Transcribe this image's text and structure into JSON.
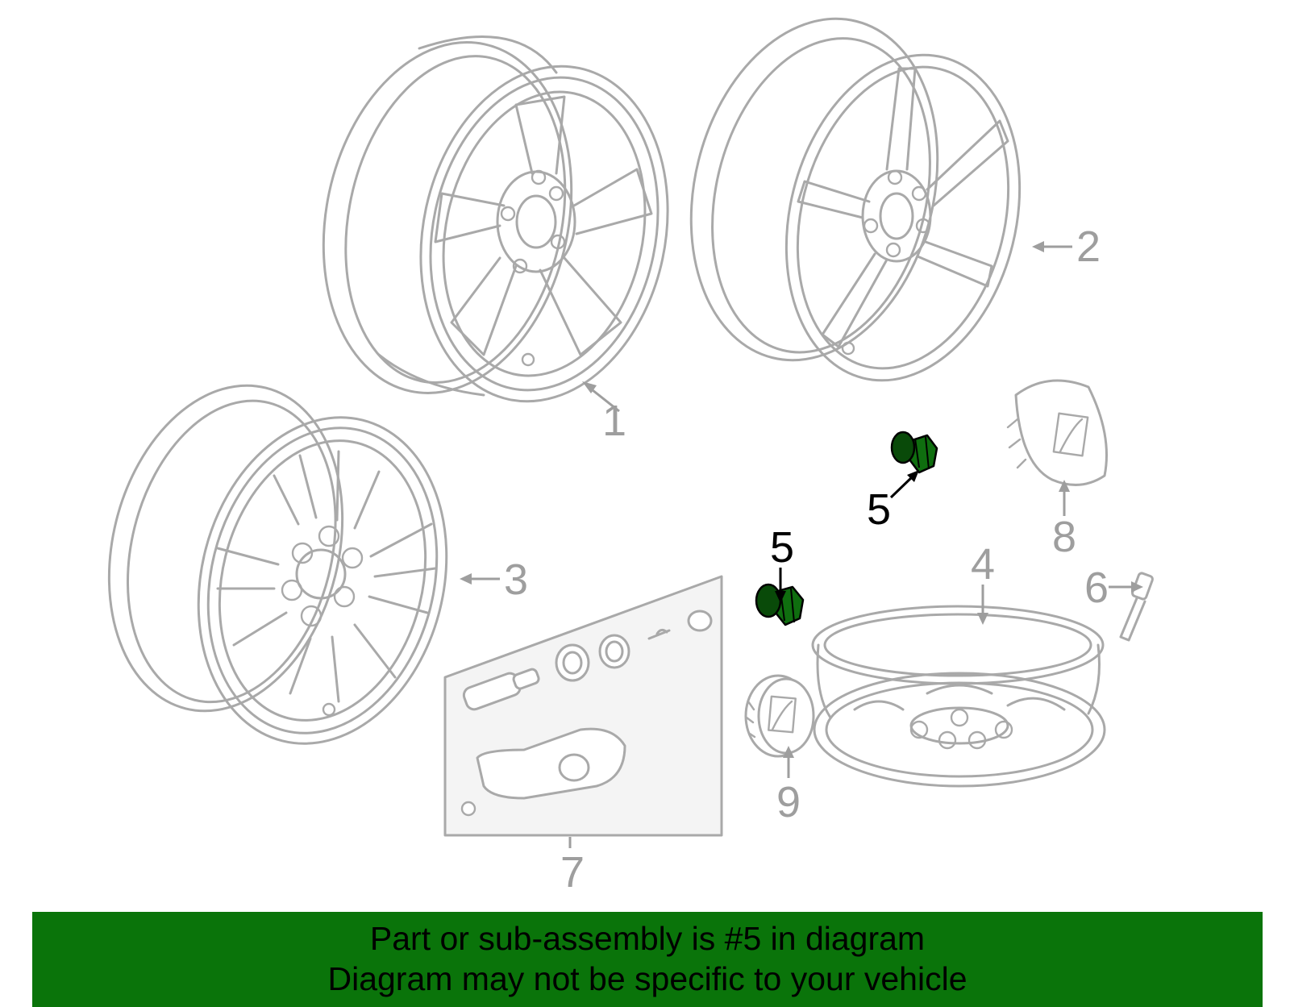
{
  "callouts": {
    "c1": "1",
    "c2": "2",
    "c3": "3",
    "c4": "4",
    "c5a": "5",
    "c5b": "5",
    "c6": "6",
    "c7": "7",
    "c8": "8",
    "c9": "9"
  },
  "highlight_part": "5",
  "colors": {
    "line_art": "#a9a9a9",
    "highlight_fill": "#0f6e0f",
    "banner_background": "#0a740a",
    "banner_text": "#000000"
  },
  "banner": {
    "line1": "Part or sub-assembly is #5 in diagram",
    "line2": "Diagram may not be specific to your vehicle"
  }
}
